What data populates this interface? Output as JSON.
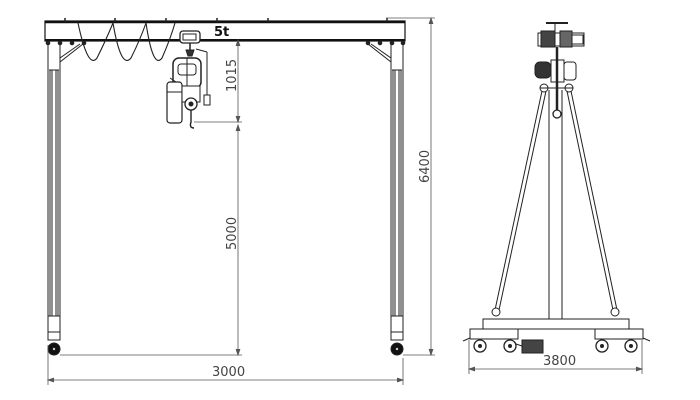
{
  "drawing": {
    "type": "technical-drawing",
    "subject": "portable gantry crane with electric chain hoist",
    "views": [
      {
        "name": "front-view",
        "description": "gantry beam with hoist and two legs on casters"
      },
      {
        "name": "side-view",
        "description": "A-frame end with trolley, hoist and caster base"
      }
    ]
  },
  "labels": {
    "capacity": "5t"
  },
  "dimensions": {
    "hook_clearance_from_beam": "1015",
    "lift_height": "5000",
    "overall_height": "6400",
    "span": "3000",
    "base_width": "3800"
  },
  "colors": {
    "line": "#222222",
    "dimension_line": "#555555",
    "background": "#ffffff"
  }
}
